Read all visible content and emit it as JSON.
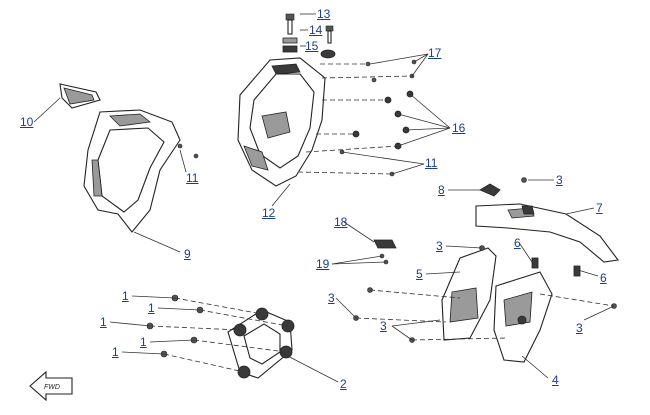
{
  "fwd_label": "FWD",
  "callouts": [
    {
      "id": "c1",
      "text": "13"
    },
    {
      "id": "c2",
      "text": "14"
    },
    {
      "id": "c3",
      "text": "15"
    },
    {
      "id": "c4",
      "text": "17"
    },
    {
      "id": "c5",
      "text": "10"
    },
    {
      "id": "c6",
      "text": "16"
    },
    {
      "id": "c7",
      "text": "11"
    },
    {
      "id": "c8",
      "text": "11"
    },
    {
      "id": "c9",
      "text": "3"
    },
    {
      "id": "c10",
      "text": "8"
    },
    {
      "id": "c11",
      "text": "12"
    },
    {
      "id": "c12",
      "text": "7"
    },
    {
      "id": "c13",
      "text": "9"
    },
    {
      "id": "c14",
      "text": "18"
    },
    {
      "id": "c15",
      "text": "3"
    },
    {
      "id": "c16",
      "text": "6"
    },
    {
      "id": "c17",
      "text": "19"
    },
    {
      "id": "c18",
      "text": "5"
    },
    {
      "id": "c19",
      "text": "6"
    },
    {
      "id": "c20",
      "text": "1"
    },
    {
      "id": "c21",
      "text": "3"
    },
    {
      "id": "c22",
      "text": "1"
    },
    {
      "id": "c23",
      "text": "1"
    },
    {
      "id": "c24",
      "text": "3"
    },
    {
      "id": "c25",
      "text": "3"
    },
    {
      "id": "c26",
      "text": "1"
    },
    {
      "id": "c27",
      "text": "1"
    },
    {
      "id": "c28",
      "text": "2"
    },
    {
      "id": "c29",
      "text": "4"
    }
  ]
}
